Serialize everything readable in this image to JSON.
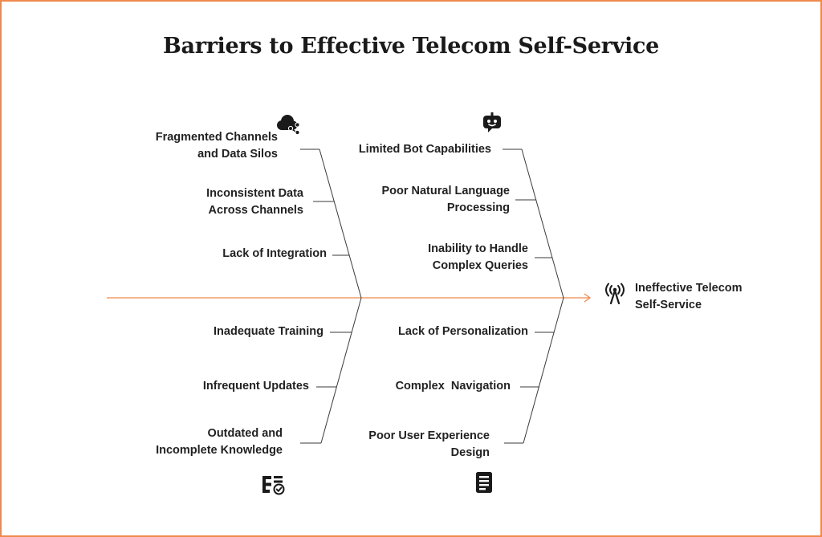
{
  "title": "Barriers to Effective Telecom Self-Service",
  "effect": {
    "lines": [
      "Ineffective Telecom",
      "Self-Service"
    ],
    "icon": "broadcast-tower-icon"
  },
  "colors": {
    "frame": "#ef8a4c",
    "spine": "#ef8a4c",
    "branch": "#3a3a3a",
    "text": "#222222"
  },
  "categories": {
    "top_left": {
      "icon": "cloud-share-icon",
      "causes": [
        {
          "lines": [
            "Fragmented Channels",
            "and Data Silos"
          ]
        },
        {
          "lines": [
            "Inconsistent Data",
            "Across Channels"
          ]
        },
        {
          "lines": [
            "Lack of Integration"
          ]
        }
      ]
    },
    "top_right": {
      "icon": "chatbot-icon",
      "causes": [
        {
          "lines": [
            "Limited Bot Capabilities"
          ]
        },
        {
          "lines": [
            "Poor Natural Language",
            "Processing"
          ]
        },
        {
          "lines": [
            "Inability to Handle",
            "Complex Queries"
          ]
        }
      ]
    },
    "bottom_left": {
      "icon": "checklist-approved-icon",
      "causes": [
        {
          "lines": [
            "Inadequate Training"
          ]
        },
        {
          "lines": [
            "Infrequent Updates"
          ]
        },
        {
          "lines": [
            "Outdated and",
            "Incomplete Knowledge"
          ]
        }
      ]
    },
    "bottom_right": {
      "icon": "document-icon",
      "causes": [
        {
          "lines": [
            "Lack of Personalization"
          ]
        },
        {
          "lines": [
            "Complex  Navigation"
          ]
        },
        {
          "lines": [
            "Poor User Experience",
            "Design"
          ]
        }
      ]
    }
  }
}
